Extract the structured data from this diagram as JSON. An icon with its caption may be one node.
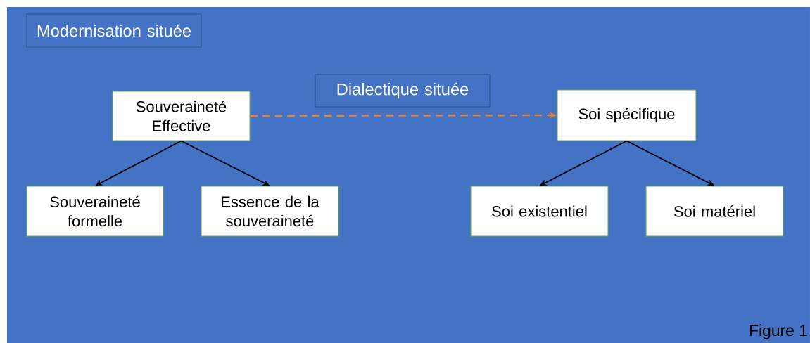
{
  "diagram": {
    "nodes": [
      {
        "text": [
          "Modernisation située"
        ]
      },
      {
        "text": [
          "Dialectique située"
        ]
      },
      {
        "text": [
          "Souveraineté Effective"
        ]
      },
      {
        "text": [
          "Soi spécifique"
        ]
      },
      {
        "text": [
          "Souveraineté formelle"
        ]
      },
      {
        "text": [
          "Essence de la souveraineté"
        ]
      },
      {
        "text": [
          "Soi existentiel"
        ]
      },
      {
        "text": [
          "Soi matériel"
        ]
      }
    ],
    "edges": [
      {
        "from": 2,
        "to": 3,
        "arrow": "to",
        "style": "dashed",
        "color": "#ed7d31"
      },
      {
        "from": 2,
        "to": 4,
        "arrow": "to"
      },
      {
        "from": 2,
        "to": 5,
        "arrow": "to"
      },
      {
        "from": 3,
        "to": 6,
        "arrow": "to"
      },
      {
        "from": 3,
        "to": 7,
        "arrow": "to"
      }
    ],
    "labels": [
      "Figure 1"
    ]
  }
}
